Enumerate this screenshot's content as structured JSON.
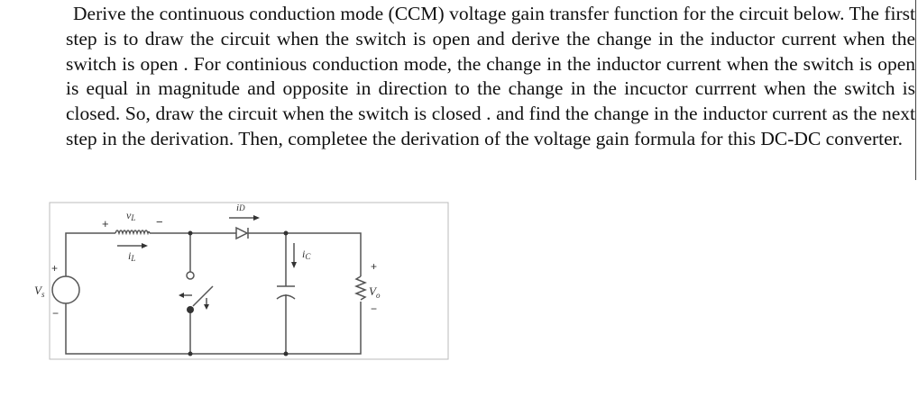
{
  "question": {
    "text": "Derive the continuous conduction mode (CCM) voltage gain transfer function for the circuit below.  The first step is to draw the circuit when the switch is open  and derive the change in the inductor current when the switch is open .  For continious conduction mode, the change in the inductor current when the switch is open is equal in magnitude and opposite in direction to the change in the incuctor currrent when the switch is closed.  So, draw the circuit when the switch is closed . and find the change in the inductor current as the next step in the derivation.  Then, completee the derivation of the voltage gain formula for this DC-DC converter."
  },
  "circuit": {
    "source_label": "V",
    "source_sub": "s",
    "inductor_voltage": "v",
    "inductor_voltage_sub": "L",
    "inductor_current": "i",
    "inductor_current_sub": "L",
    "diode_current": "i",
    "diode_current_sub": "D",
    "capacitor_current": "i",
    "capacitor_current_sub": "C",
    "output_voltage": "V",
    "output_voltage_sub": "o",
    "plus": "+",
    "minus": "−"
  }
}
